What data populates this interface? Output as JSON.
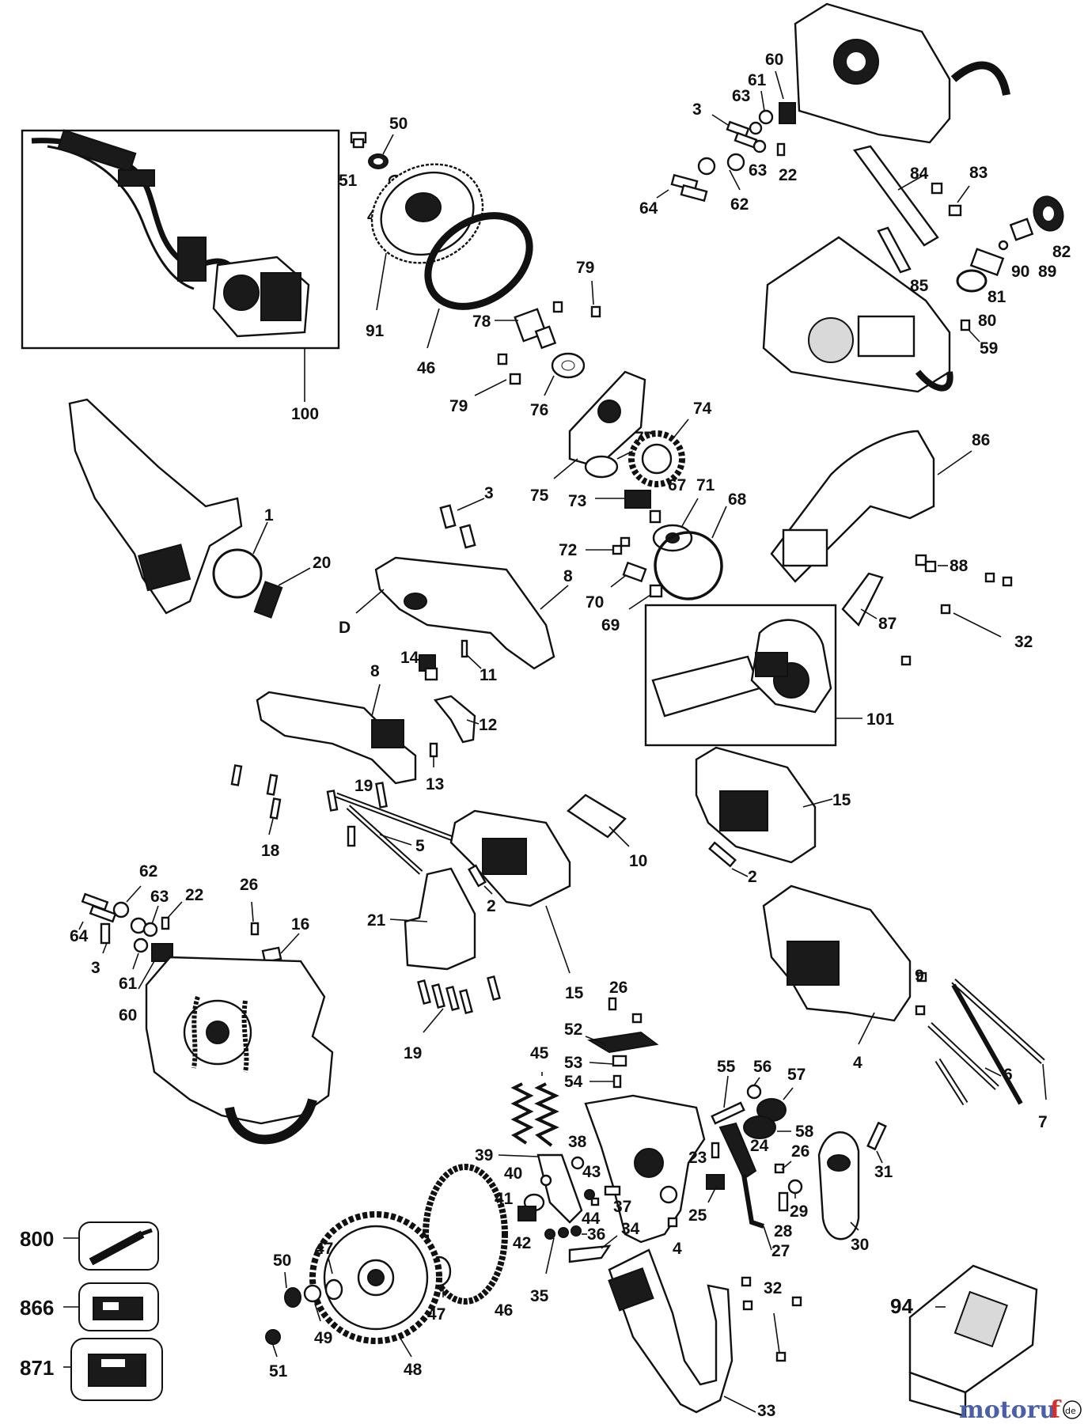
{
  "labels": {
    "n100": "100",
    "n50": "50",
    "n51": "51",
    "n49": "49",
    "n91": "91",
    "n46": "46",
    "n78": "78",
    "n79": "79",
    "n76": "76",
    "n75": "75",
    "n77": "77",
    "n74": "74",
    "n73": "73",
    "n67": "67",
    "n71": "71",
    "n68": "68",
    "n72": "72",
    "n70": "70",
    "n69": "69",
    "n3": "3",
    "n60": "60",
    "n61": "61",
    "n63": "63",
    "n22": "22",
    "n62": "62",
    "n64": "64",
    "n84": "84",
    "n83": "83",
    "n82": "82",
    "n90": "90",
    "n89": "89",
    "n81": "81",
    "n85": "85",
    "n80": "80",
    "n59": "59",
    "n86": "86",
    "n88": "88",
    "n32": "32",
    "n87": "87",
    "n101": "101",
    "n1": "1",
    "n20": "20",
    "nD": "D",
    "n8": "8",
    "n14": "14",
    "n11": "11",
    "n12": "12",
    "n13": "13",
    "n19": "19",
    "n18": "18",
    "n5": "5",
    "n10": "10",
    "n15": "15",
    "n2": "2",
    "n21": "21",
    "n26": "26",
    "n16": "16",
    "n9": "9",
    "n6": "6",
    "n7": "7",
    "n4": "4",
    "n52": "52",
    "n45": "45",
    "n53": "53",
    "n54": "54",
    "n55": "55",
    "n56": "56",
    "n57": "57",
    "n58": "58",
    "n24": "24",
    "n23": "23",
    "n31": "31",
    "n39": "39",
    "n38": "38",
    "n40": "40",
    "n43": "43",
    "n41": "41",
    "n44": "44",
    "n37": "37",
    "n25": "25",
    "n29": "29",
    "n28": "28",
    "n27": "27",
    "n30": "30",
    "n42": "42",
    "n36": "36",
    "n34": "34",
    "n35": "35",
    "n47": "47",
    "n48": "48",
    "n33": "33",
    "n94": "94",
    "n800": "800",
    "n866": "866",
    "n871": "871"
  },
  "watermark": {
    "brand_a": "motoru",
    "brand_b": "f",
    "suffix": "de"
  }
}
